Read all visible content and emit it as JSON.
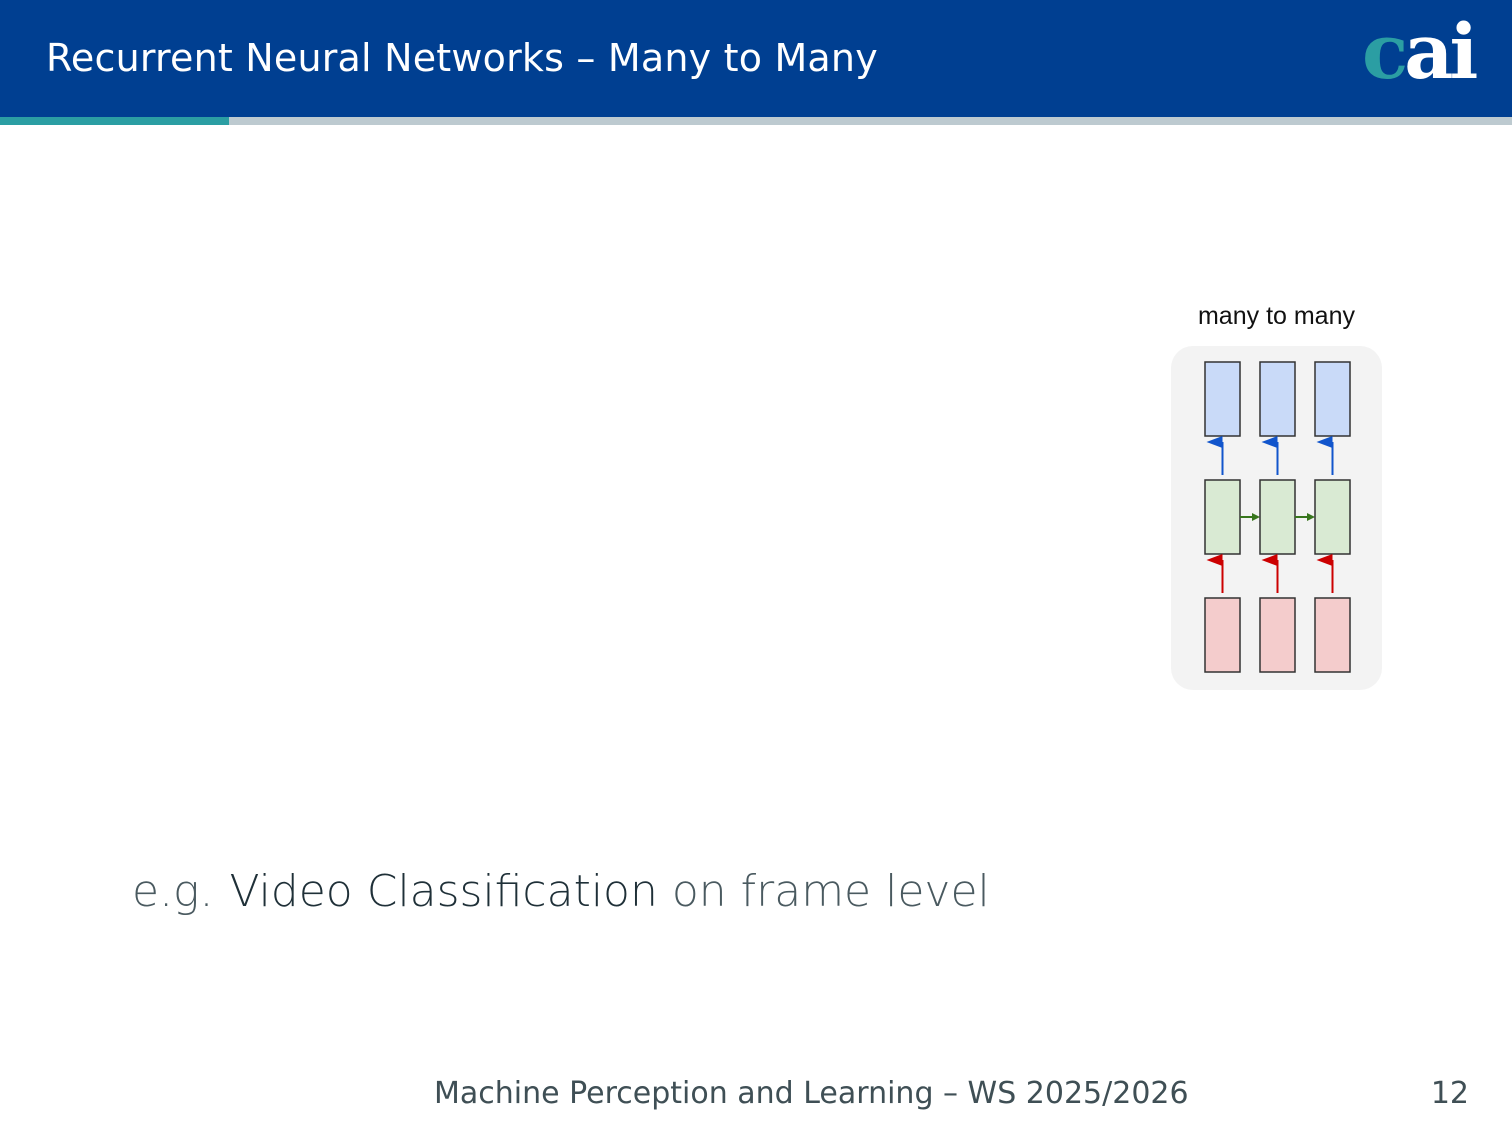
{
  "header": {
    "title": "Recurrent Neural Networks – Many to Many",
    "logo_text": "cai"
  },
  "diagram": {
    "title": "many to many",
    "colors": {
      "output": "#c9daf8",
      "hidden": "#d9ead3",
      "input": "#f4cccc",
      "up_output_arrow": "#1155cc",
      "recurrent_arrow": "#38761d",
      "input_arrow": "#cc0000",
      "panel": "#f3f3f3"
    },
    "columns": 3
  },
  "body": {
    "prefix": "e.g.",
    "emphasis": "Video Classification",
    "suffix": "on frame level"
  },
  "footer": {
    "course": "Machine Perception and Learning – WS 2025/2026",
    "page_number": "12"
  }
}
